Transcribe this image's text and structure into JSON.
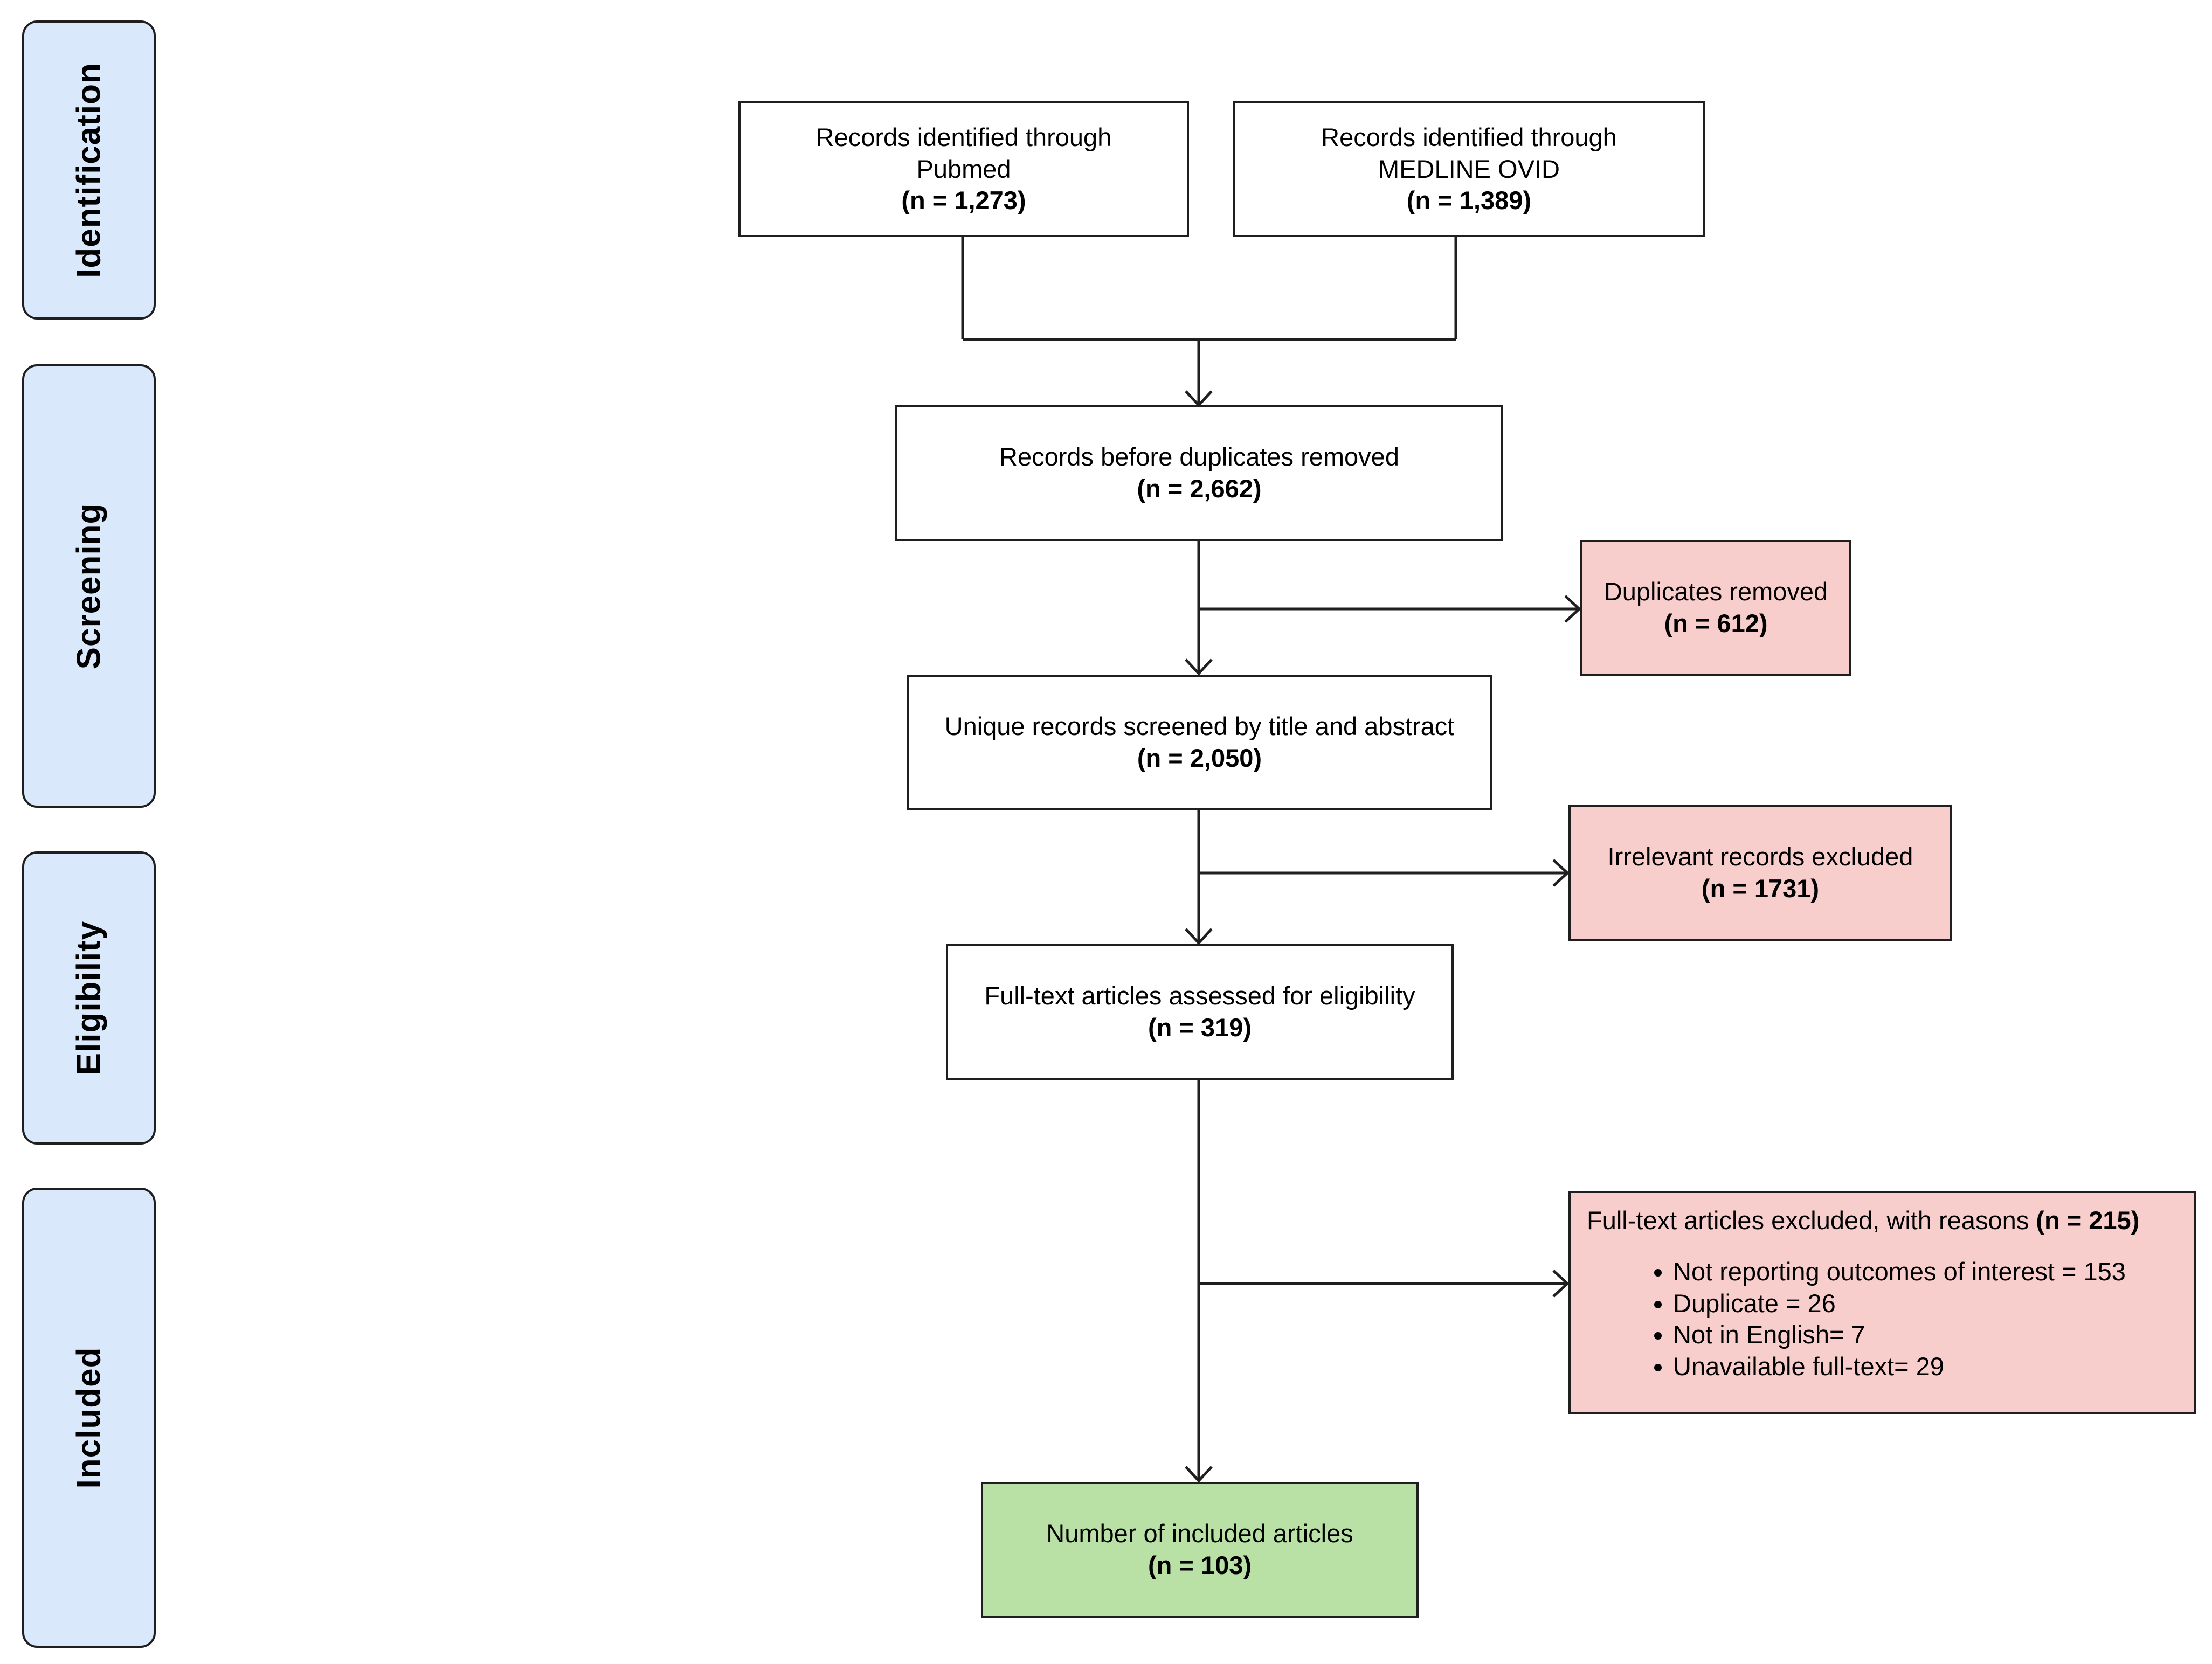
{
  "stages": [
    {
      "label": "Identification"
    },
    {
      "label": "Screening"
    },
    {
      "label": "Eligibility"
    },
    {
      "label": "Included"
    }
  ],
  "boxes": {
    "pubmed": {
      "text_line1": "Records identified through",
      "text_line2": "Pubmed",
      "count": "(n = 1,273)"
    },
    "medline": {
      "text_line1": "Records identified through",
      "text_line2": "MEDLINE OVID",
      "count": "(n = 1,389)"
    },
    "before_dup": {
      "text": "Records before duplicates removed",
      "count": "(n = 2,662)"
    },
    "duplicates": {
      "text": "Duplicates removed",
      "count": "(n = 612)"
    },
    "unique": {
      "text": "Unique records screened by title and abstract",
      "count": "(n = 2,050)"
    },
    "irrelevant": {
      "text": "Irrelevant records excluded",
      "count": "(n = 1731)"
    },
    "fulltext": {
      "text": "Full-text articles assessed for eligibility",
      "count": "(n = 319)"
    },
    "ft_excluded": {
      "text": "Full-text articles excluded, with reasons ",
      "count": "(n = 215)",
      "reasons": [
        "Not reporting outcomes of interest = 153",
        "Duplicate = 26",
        "Not in English= 7",
        "Unavailable full-text= 29"
      ]
    },
    "included": {
      "text": "Number of included articles",
      "count": "(n = 103)"
    }
  },
  "colors": {
    "stage_fill": "#dae8fc",
    "excluded_fill": "#f8cecc",
    "included_fill": "#b9e0a5",
    "line": "#1f1f1f"
  }
}
